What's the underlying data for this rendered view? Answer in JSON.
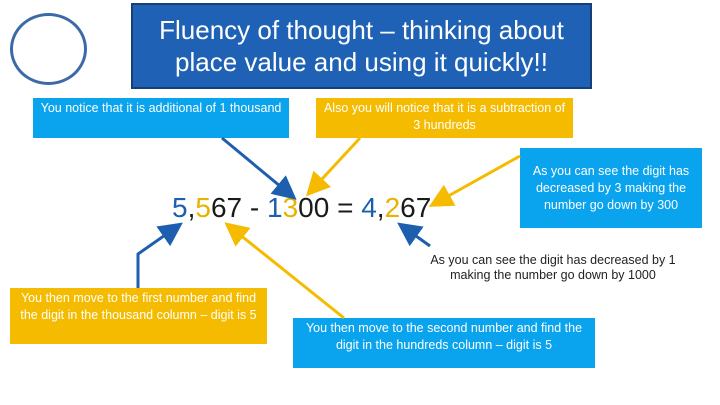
{
  "title": "Fluency of thought – thinking about place value and using it quickly!!",
  "notes": {
    "additional": "You notice that it is additional of 1 thousand",
    "subtraction": "Also you will notice that it is a subtraction of 3 hundreds",
    "digit_decreased_3": "As you can see the digit has decreased by 3 making the number go down by 300",
    "digit_decreased_1": "As you can see the digit has decreased by 1 making the number go down by 1000",
    "first_number": "You then move to the first number and find the digit in the thousand column – digit is 5",
    "second_number": "You then move to the second number and find the digit in the hundreds column – digit is 5"
  },
  "equation": {
    "a_thousands": "5",
    "a_comma": ",",
    "a_hundreds": "5",
    "a_rest": "67",
    "minus": " - ",
    "b_thousands": "1",
    "b_hundreds": "3",
    "b_rest": "00",
    "equals": " = ",
    "r_thousands": "4",
    "r_comma": ",",
    "r_hundreds": "2",
    "r_rest": "67"
  },
  "colors": {
    "title_bg": "#1f62b5",
    "blue_box": "#0aa3ee",
    "yellow_box": "#f5bb00",
    "blue_arrow": "#1d5fae",
    "yellow_arrow": "#f5bb00"
  }
}
